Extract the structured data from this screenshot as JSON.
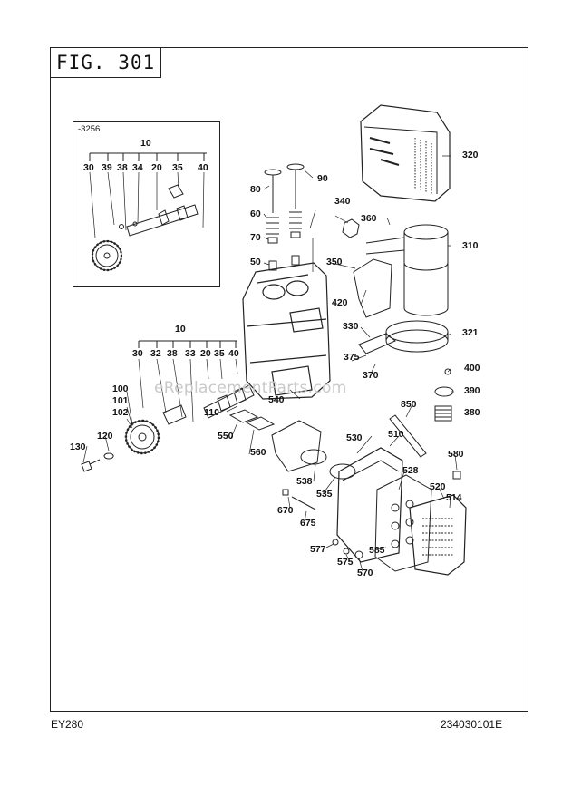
{
  "figure_title": "FIG. 301",
  "inset_code": "-3256",
  "model": "EY280",
  "part_number": "234030101E",
  "watermark": "eReplacementParts.com",
  "inset_callouts": {
    "group": "10",
    "items": [
      "30",
      "39",
      "38",
      "34",
      "20",
      "35",
      "40"
    ]
  },
  "main_callouts": {
    "shaft_group": "10",
    "shaft_items": [
      "30",
      "32",
      "38",
      "33",
      "20",
      "35",
      "40"
    ],
    "parts": [
      "80",
      "90",
      "60",
      "70",
      "50",
      "340",
      "360",
      "320",
      "310",
      "350",
      "420",
      "330",
      "321",
      "375",
      "370",
      "400",
      "390",
      "380",
      "540",
      "110",
      "100",
      "101",
      "102",
      "120",
      "130",
      "550",
      "560",
      "850",
      "510",
      "530",
      "580",
      "538",
      "535",
      "528",
      "520",
      "514",
      "670",
      "675",
      "577",
      "575",
      "570",
      "585"
    ]
  }
}
